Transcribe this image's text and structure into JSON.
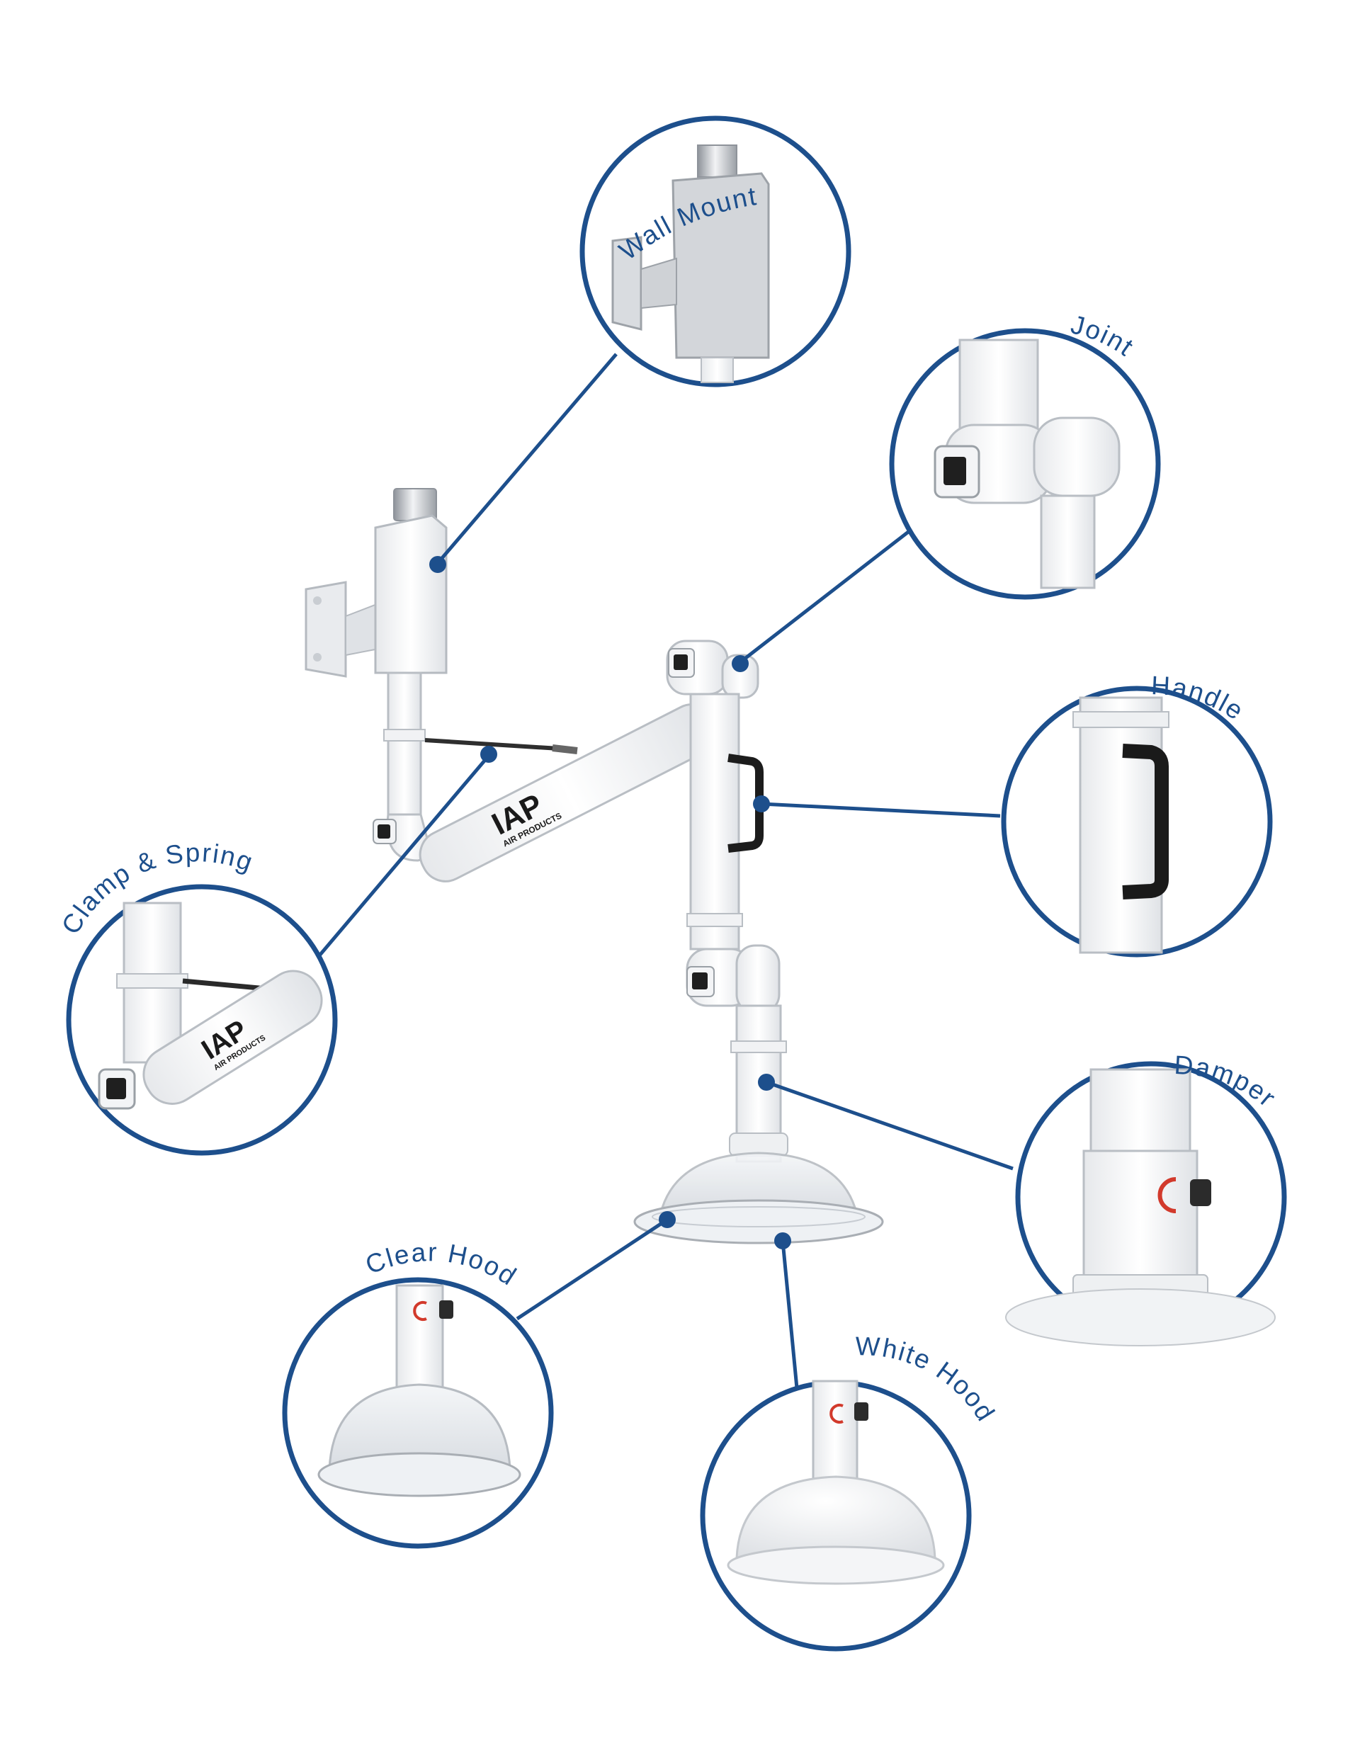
{
  "colors": {
    "accent": "#1d4f8c",
    "label": "#1d4f8c",
    "background": "#ffffff"
  },
  "brand": {
    "logo_text": "IAP",
    "logo_subtext": "AIR PRODUCTS"
  },
  "callouts": [
    {
      "id": "wall-mount",
      "label": "Wall Mount"
    },
    {
      "id": "joint",
      "label": "Joint"
    },
    {
      "id": "handle",
      "label": "Handle"
    },
    {
      "id": "clamp-spring",
      "label": "Clamp & Spring"
    },
    {
      "id": "damper",
      "label": "Damper"
    },
    {
      "id": "clear-hood",
      "label": "Clear Hood"
    },
    {
      "id": "white-hood",
      "label": "White Hood"
    }
  ]
}
